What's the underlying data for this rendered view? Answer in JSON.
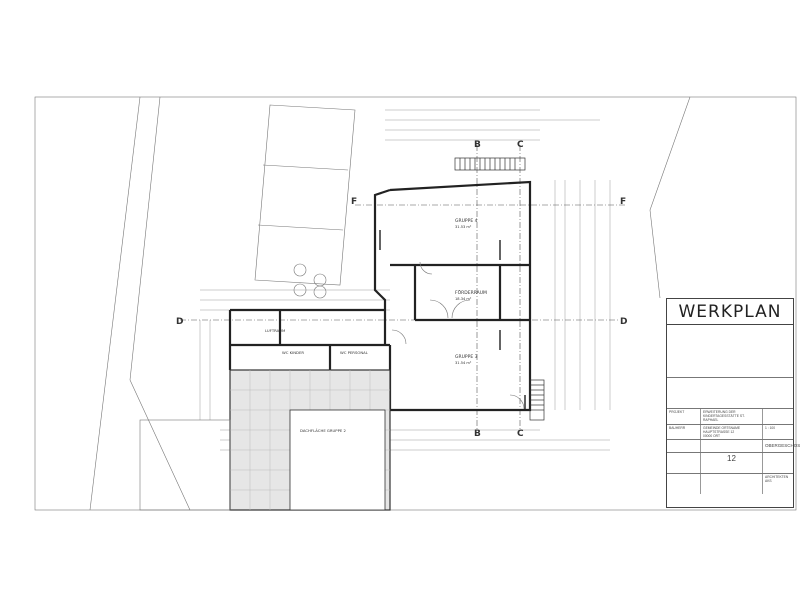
{
  "title_block": {
    "heading": "WERKPLAN",
    "floor": "OBERGESCHOSS",
    "project_label": "PROJEKT",
    "project": "ERWEITERUNG DER KINDERTAGESSTÄTTE ST. RAPHAEL",
    "owner_label": "BAUHERR",
    "owner": "GEMEINDE ORTSNAME\nHAUPTSTRASSE 12\n00000 ORT",
    "plan_no": "12",
    "scale": "1 : 100",
    "architect": "ARCHITEKTEN AKS"
  },
  "rooms": {
    "gruppe4": "GRUPPE 4",
    "gruppe4_area": "31.53 m²",
    "gruppe3": "GRUPPE 3",
    "gruppe3_area": "31.54 m²",
    "foerderraum": "FÖRDERRAUM",
    "foerderraum_area": "18.34 m²",
    "luftraum": "LUFTRAUM",
    "wc_kinder": "WC KINDER",
    "wc_personal": "WC PERSONAL",
    "dachflaeche": "DACHFLÄCHE GRUPPE 2"
  },
  "section_markers": [
    "B",
    "C",
    "F",
    "D",
    "B",
    "C",
    "F",
    "D"
  ],
  "colors": {
    "line": "#222222",
    "hatch": "#bbbbbb",
    "fill": "#e6e6e6"
  }
}
